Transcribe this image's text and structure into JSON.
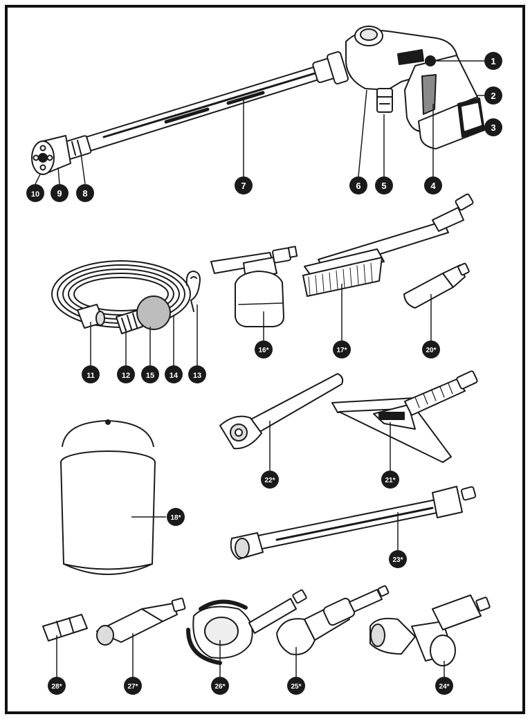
{
  "diagram": {
    "labels": [
      "1",
      "2",
      "3",
      "4",
      "5",
      "6",
      "7",
      "8",
      "9",
      "10",
      "11",
      "12",
      "13",
      "14",
      "15",
      "16*",
      "17*",
      "18*",
      "20*",
      "21*",
      "22*",
      "23*",
      "24*",
      "25*",
      "26*",
      "27*",
      "28*"
    ]
  }
}
